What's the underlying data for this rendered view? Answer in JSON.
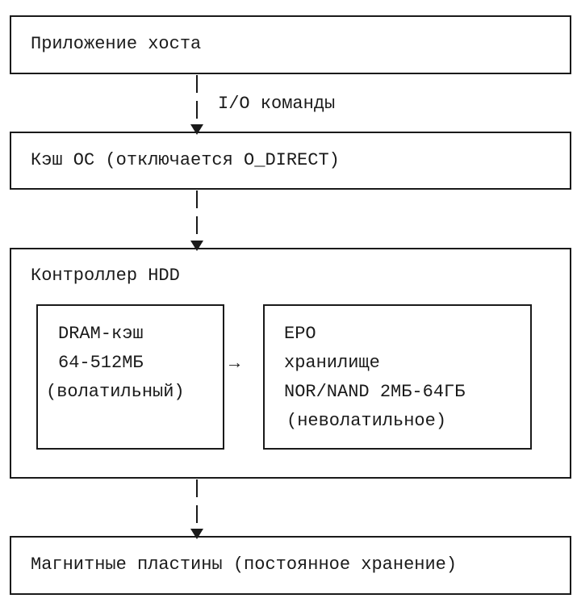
{
  "host_app": {
    "label": "Приложение хоста"
  },
  "io_arrow": {
    "label": "I/O команды"
  },
  "os_cache": {
    "label": "Кэш ОС (отключается O_DIRECT)"
  },
  "hdd_controller": {
    "label": "Контроллер HDD",
    "dram": {
      "line1": "DRAM-кэш",
      "line2": "64-512МБ",
      "line3": "(волатильный)"
    },
    "arrow_symbol": "→",
    "epo": {
      "line1": "EPO",
      "line2": "хранилище",
      "line3": "NOR/NAND 2МБ-64ГБ",
      "line4": "(неволатильное)"
    }
  },
  "platters": {
    "label": "Магнитные пластины (постоянное хранение)"
  },
  "colors": {
    "stroke": "#1a1a1a",
    "background": "#ffffff"
  }
}
